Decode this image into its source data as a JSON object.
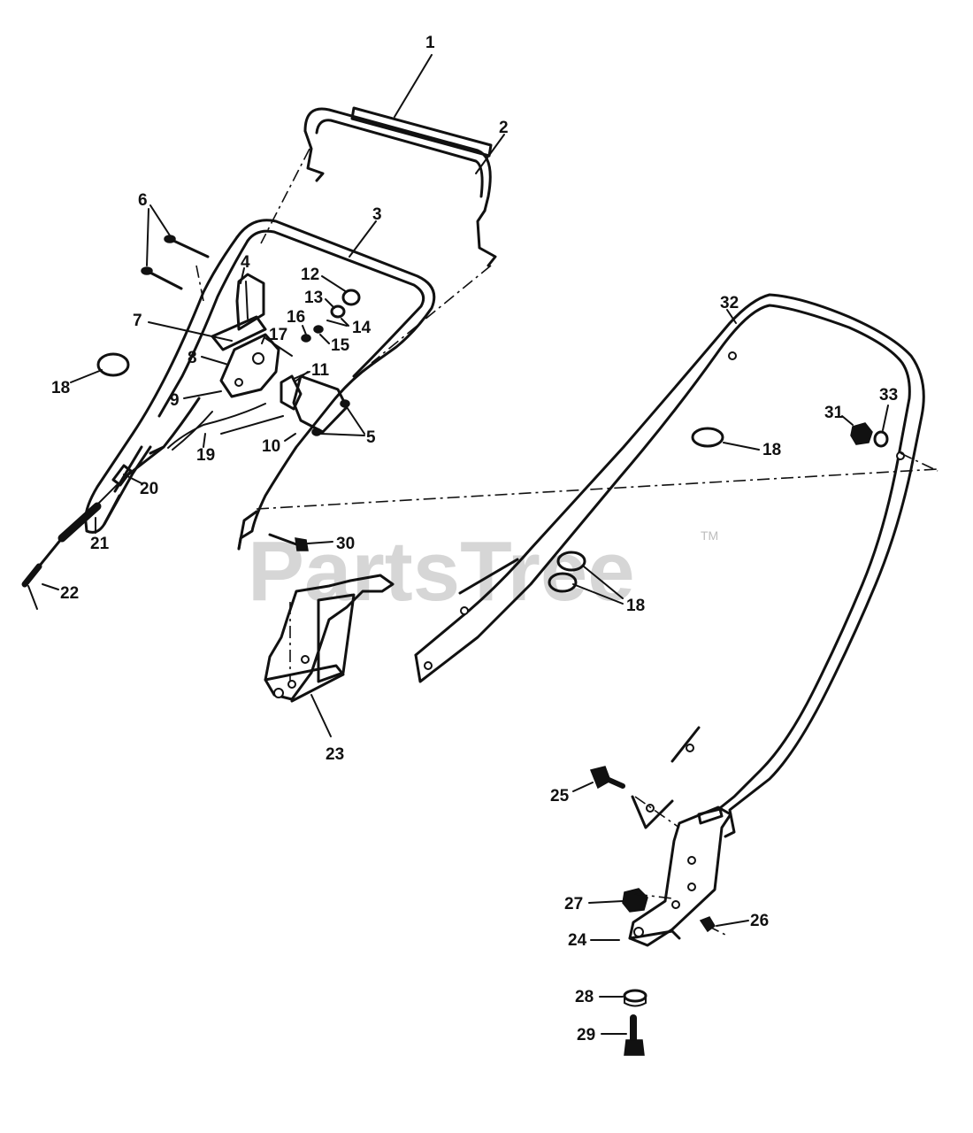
{
  "watermark": {
    "brand": "PartsTree",
    "trademark": "TM"
  },
  "callouts": [
    {
      "id": "1",
      "label": "1"
    },
    {
      "id": "2",
      "label": "2"
    },
    {
      "id": "3",
      "label": "3"
    },
    {
      "id": "4",
      "label": "4"
    },
    {
      "id": "5",
      "label": "5"
    },
    {
      "id": "6",
      "label": "6"
    },
    {
      "id": "7",
      "label": "7"
    },
    {
      "id": "8",
      "label": "8"
    },
    {
      "id": "9",
      "label": "9"
    },
    {
      "id": "10",
      "label": "10"
    },
    {
      "id": "11",
      "label": "11"
    },
    {
      "id": "12",
      "label": "12"
    },
    {
      "id": "13",
      "label": "13"
    },
    {
      "id": "14",
      "label": "14"
    },
    {
      "id": "15",
      "label": "15"
    },
    {
      "id": "16",
      "label": "16"
    },
    {
      "id": "17",
      "label": "17"
    },
    {
      "id": "18a",
      "label": "18"
    },
    {
      "id": "18b",
      "label": "18"
    },
    {
      "id": "18c",
      "label": "18"
    },
    {
      "id": "19",
      "label": "19"
    },
    {
      "id": "20",
      "label": "20"
    },
    {
      "id": "21",
      "label": "21"
    },
    {
      "id": "22",
      "label": "22"
    },
    {
      "id": "23",
      "label": "23"
    },
    {
      "id": "24",
      "label": "24"
    },
    {
      "id": "25",
      "label": "25"
    },
    {
      "id": "26",
      "label": "26"
    },
    {
      "id": "27",
      "label": "27"
    },
    {
      "id": "28",
      "label": "28"
    },
    {
      "id": "29",
      "label": "29"
    },
    {
      "id": "30",
      "label": "30"
    },
    {
      "id": "31",
      "label": "31"
    },
    {
      "id": "32",
      "label": "32"
    },
    {
      "id": "33",
      "label": "33"
    }
  ]
}
